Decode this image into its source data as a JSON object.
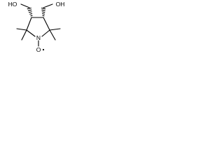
{
  "molecule": {
    "labels": {
      "hydroxyl_left": "HO",
      "hydroxyl_right": "OH",
      "nitrogen": "N",
      "oxygen": "O"
    },
    "radical_on": "oxygen"
  }
}
